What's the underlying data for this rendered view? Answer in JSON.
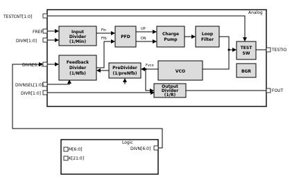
{
  "analog": {
    "label": "Analog",
    "blocks": {
      "input_divider": [
        "Input",
        "Divider",
        "(1/Min)"
      ],
      "pfd": [
        "PFD"
      ],
      "charge_pump": [
        "Charge",
        "Pump"
      ],
      "loop_filter": [
        "Loop",
        "Filter"
      ],
      "test_sw": [
        "TEST",
        "SW"
      ],
      "bgr": [
        "BGR"
      ],
      "feedback_divider": [
        "Feedback",
        "Divider",
        "(1/Nfb)"
      ],
      "predivider": [
        "PreDivider",
        "(1/preNfb)"
      ],
      "vco": [
        "VCO"
      ],
      "output_divider": [
        "Output",
        "Divider",
        "(1/R)"
      ]
    },
    "signals": {
      "fin": "Fin",
      "ffb": "Ffb",
      "up": "UP",
      "dn": "DN",
      "fvco": "Fvco"
    },
    "inputs": {
      "testcnt": "TESTCNT[1:0]",
      "fref": "FREF",
      "divm": "DIVM[1:0]",
      "divn": "DIVN[6:0]",
      "divnsel": "DIVNSEL[1:0]",
      "divr": "DIVR[1:0]"
    },
    "outputs": {
      "testio": "TESTIO",
      "fout": "FOUT"
    }
  },
  "logic": {
    "label": "Logic",
    "ports": {
      "m": "M[6:0]",
      "k": "K[21:0]",
      "divn": "DIVN[6:0]"
    }
  }
}
